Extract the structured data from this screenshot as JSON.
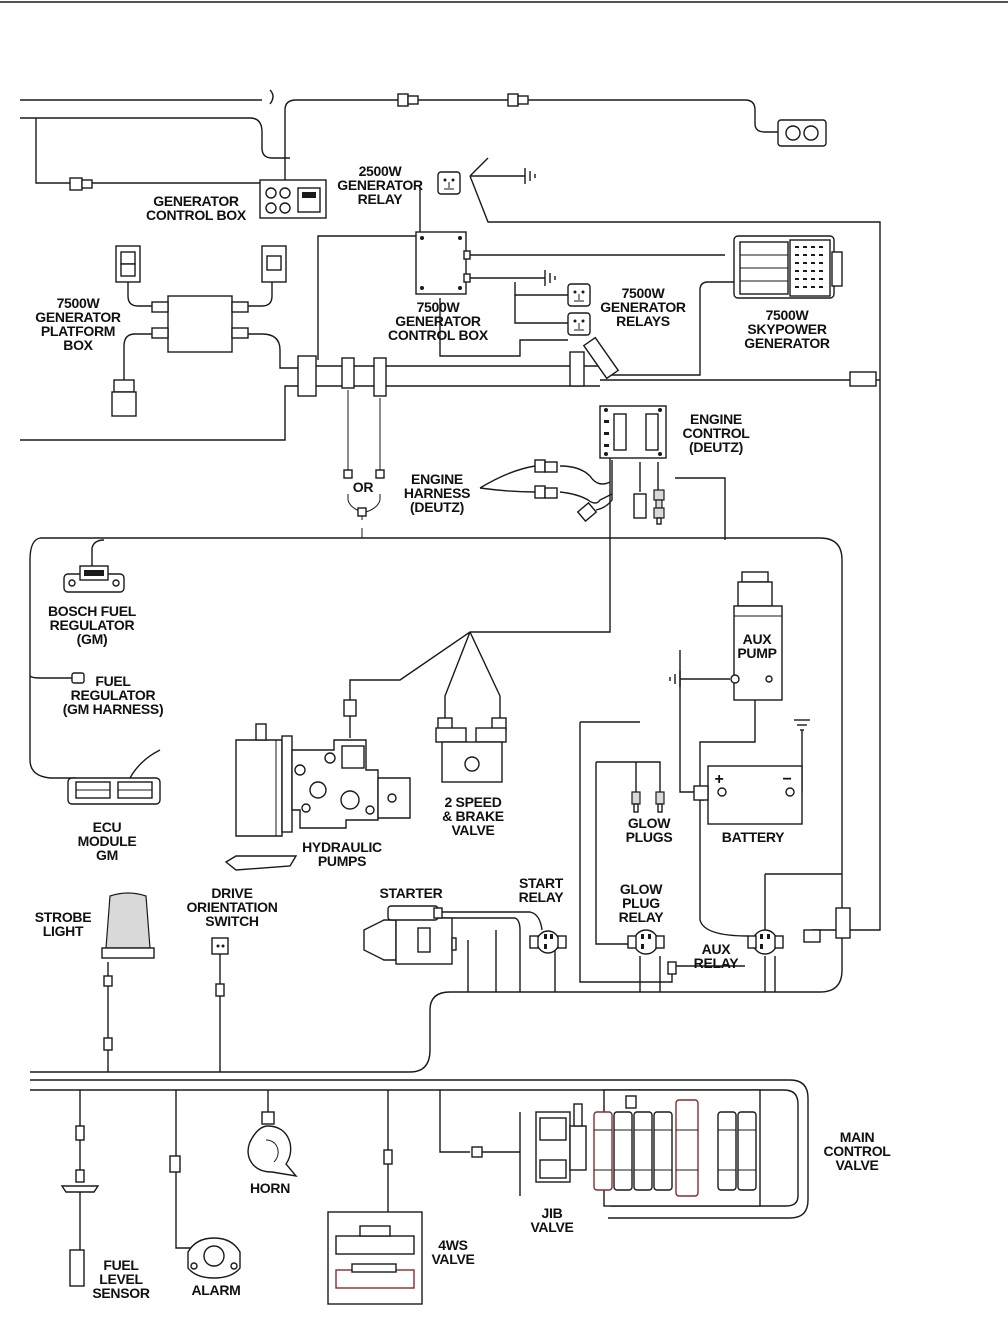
{
  "labels": {
    "gen_2500_relay": [
      "2500W",
      "GENERATOR",
      "RELAY"
    ],
    "gen_control_box": [
      "GENERATOR",
      "CONTROL BOX"
    ],
    "platform_box": [
      "7500W",
      "GENERATOR",
      "PLATFORM",
      "BOX"
    ],
    "control_box_7500": [
      "7500W",
      "GENERATOR",
      "CONTROL BOX"
    ],
    "relays_7500": [
      "7500W",
      "GENERATOR",
      "RELAYS"
    ],
    "skypower": [
      "7500W",
      "SKYPOWER",
      "GENERATOR"
    ],
    "engine_control": [
      "ENGINE",
      "CONTROL",
      "(DEUTZ)"
    ],
    "or_label": [
      "OR"
    ],
    "engine_harness": [
      "ENGINE",
      "HARNESS",
      "(DEUTZ)"
    ],
    "bosch_fuel": [
      "BOSCH FUEL",
      "REGULATOR",
      "(GM)"
    ],
    "fuel_regulator": [
      "FUEL",
      "REGULATOR",
      "(GM HARNESS)"
    ],
    "aux_pump": [
      "AUX",
      "PUMP"
    ],
    "ecu_module": [
      "ECU",
      "MODULE",
      "GM"
    ],
    "hydraulic_pumps": [
      "HYDRAULIC",
      "PUMPS"
    ],
    "two_speed": [
      "2 SPEED",
      "& BRAKE",
      "VALVE"
    ],
    "glow_plugs": [
      "GLOW",
      "PLUGS"
    ],
    "battery": [
      "BATTERY"
    ],
    "strobe_light": [
      "STROBE",
      "LIGHT"
    ],
    "drive_orientation": [
      "DRIVE",
      "ORIENTATION",
      "SWITCH"
    ],
    "starter": [
      "STARTER"
    ],
    "start_relay": [
      "START",
      "RELAY"
    ],
    "glow_plug_relay": [
      "GLOW",
      "PLUG",
      "RELAY"
    ],
    "aux_relay": [
      "AUX",
      "RELAY"
    ],
    "horn": [
      "HORN"
    ],
    "fuel_level_sensor": [
      "FUEL",
      "LEVEL",
      "SENSOR"
    ],
    "alarm": [
      "ALARM"
    ],
    "ws_valve": [
      "4WS",
      "VALVE"
    ],
    "jib_valve": [
      "JIB",
      "VALVE"
    ],
    "main_control_valve": [
      "MAIN",
      "CONTROL",
      "VALVE"
    ]
  },
  "battery_terminals": {
    "positive": "+",
    "negative": "−"
  }
}
